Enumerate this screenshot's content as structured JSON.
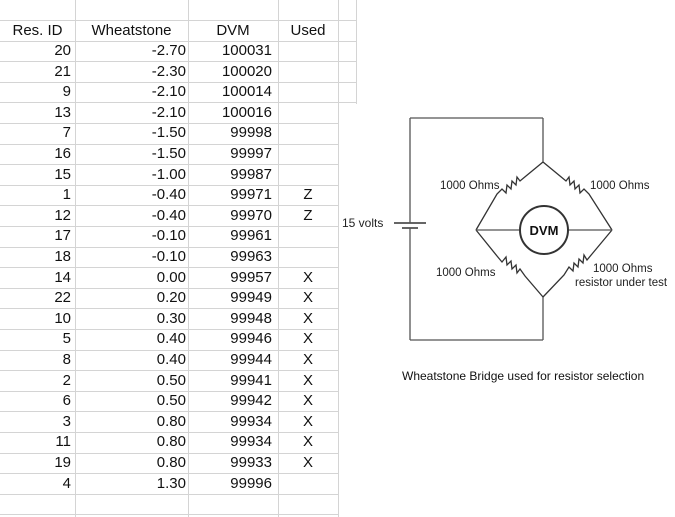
{
  "headers": [
    "Res. ID",
    "Wheatstone",
    "DVM",
    "Used"
  ],
  "rows": [
    {
      "id": "20",
      "wheatstone": "-2.70",
      "dvm": "100031",
      "used": ""
    },
    {
      "id": "21",
      "wheatstone": "-2.30",
      "dvm": "100020",
      "used": ""
    },
    {
      "id": "9",
      "wheatstone": "-2.10",
      "dvm": "100014",
      "used": ""
    },
    {
      "id": "13",
      "wheatstone": "-2.10",
      "dvm": "100016",
      "used": ""
    },
    {
      "id": "7",
      "wheatstone": "-1.50",
      "dvm": "99998",
      "used": ""
    },
    {
      "id": "16",
      "wheatstone": "-1.50",
      "dvm": "99997",
      "used": ""
    },
    {
      "id": "15",
      "wheatstone": "-1.00",
      "dvm": "99987",
      "used": ""
    },
    {
      "id": "1",
      "wheatstone": "-0.40",
      "dvm": "99971",
      "used": "Z"
    },
    {
      "id": "12",
      "wheatstone": "-0.40",
      "dvm": "99970",
      "used": "Z"
    },
    {
      "id": "17",
      "wheatstone": "-0.10",
      "dvm": "99961",
      "used": ""
    },
    {
      "id": "18",
      "wheatstone": "-0.10",
      "dvm": "99963",
      "used": ""
    },
    {
      "id": "14",
      "wheatstone": "0.00",
      "dvm": "99957",
      "used": "X"
    },
    {
      "id": "22",
      "wheatstone": "0.20",
      "dvm": "99949",
      "used": "X"
    },
    {
      "id": "10",
      "wheatstone": "0.30",
      "dvm": "99948",
      "used": "X"
    },
    {
      "id": "5",
      "wheatstone": "0.40",
      "dvm": "99946",
      "used": "X"
    },
    {
      "id": "8",
      "wheatstone": "0.40",
      "dvm": "99944",
      "used": "X"
    },
    {
      "id": "2",
      "wheatstone": "0.50",
      "dvm": "99941",
      "used": "X"
    },
    {
      "id": "6",
      "wheatstone": "0.50",
      "dvm": "99942",
      "used": "X"
    },
    {
      "id": "3",
      "wheatstone": "0.80",
      "dvm": "99934",
      "used": "X"
    },
    {
      "id": "11",
      "wheatstone": "0.80",
      "dvm": "99934",
      "used": "X"
    },
    {
      "id": "19",
      "wheatstone": "0.80",
      "dvm": "99933",
      "used": "X"
    },
    {
      "id": "4",
      "wheatstone": "1.30",
      "dvm": "99996",
      "used": ""
    }
  ],
  "diagram": {
    "voltage_label": "15 volts",
    "resistor_top_left": "1000 Ohms",
    "resistor_top_right": "1000 Ohms",
    "resistor_bottom_left": "1000 Ohms",
    "resistor_bottom_right_line1": "1000 Ohms",
    "resistor_bottom_right_line2": "resistor under test",
    "meter_label": "DVM",
    "caption": "Wheatstone Bridge used for resistor selection"
  }
}
